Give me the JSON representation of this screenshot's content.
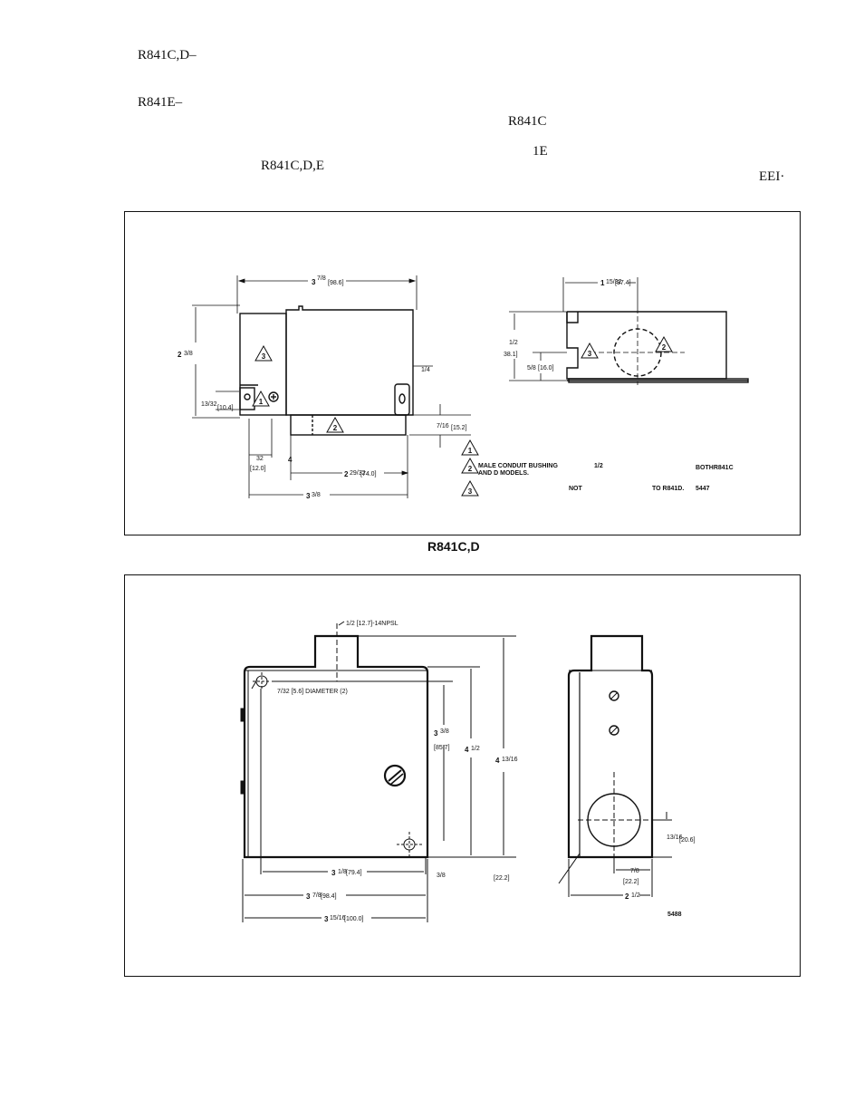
{
  "header_lines": [
    "R841C,D–",
    "R841E–",
    "R841C",
    "1E",
    "R841C,D,E",
    "EEI·"
  ],
  "figure1": {
    "caption": "R841C,D",
    "dims": {
      "width_top": "3",
      "width_top_frac": "7/8",
      "width_top_mm": "[98.6]",
      "height_left": "2",
      "height_left_frac": "3/8",
      "right_quarter": "1/4",
      "slot_frac": "13/32",
      "slot_mm": "[10.4]",
      "bottom_frac": "7/16",
      "bottom_mm": "[15.2]",
      "left_bottom_a": "32",
      "left_bottom_a_mm": "[12.0]",
      "left_bottom_b": "4",
      "mid_bottom": "2",
      "mid_bottom_frac": "29/32",
      "mid_bottom_mm": "[74.0]",
      "overall_bottom": "3",
      "overall_bottom_frac": "3/8",
      "side_width": "1",
      "side_width_frac": "15/32",
      "side_width_mm": "[37.4]",
      "side_height_frac": "1/2",
      "side_height_mm": "38.1]",
      "side_small_frac": "5/8",
      "side_small_mm": "[16.0]"
    },
    "notes": {
      "n1": "",
      "n2_a": "MALE CONDUIT BUSHING",
      "n2_b": "1/2",
      "n2_c": "BOTHR841C",
      "n2_d": "AND D MODELS.",
      "n3_a": "NOT",
      "n3_b": "TO R841D.",
      "tag": "5447"
    },
    "markers": [
      "1",
      "2",
      "3"
    ]
  },
  "figure2": {
    "dims": {
      "conduit": "1/2 [12.7]-14NPSL",
      "hole": "7/32 [5.6] DIAMETER (2)",
      "h1": "3",
      "h1_frac": "3/8",
      "h1_mm": "[85.7]",
      "h2": "4",
      "h2_frac": "1/2",
      "h3": "4",
      "h3_frac": "13/16",
      "w1": "3",
      "w1_frac": "1/8",
      "w1_mm": "[79.4]",
      "small": "3/8",
      "small_mm": "[22.2]",
      "w2": "3",
      "w2_frac": "7/8",
      "w2_mm": "[98.4]",
      "w3": "3",
      "w3_frac": "15/16",
      "w3_mm": "[100.0]",
      "side_h_frac": "13/16",
      "side_h_mm": "[20.6]",
      "side_w_frac": "7/8",
      "side_w_mm": "[22.2]",
      "side_total": "2",
      "side_total_frac": "1/2",
      "tag": "5488"
    }
  }
}
